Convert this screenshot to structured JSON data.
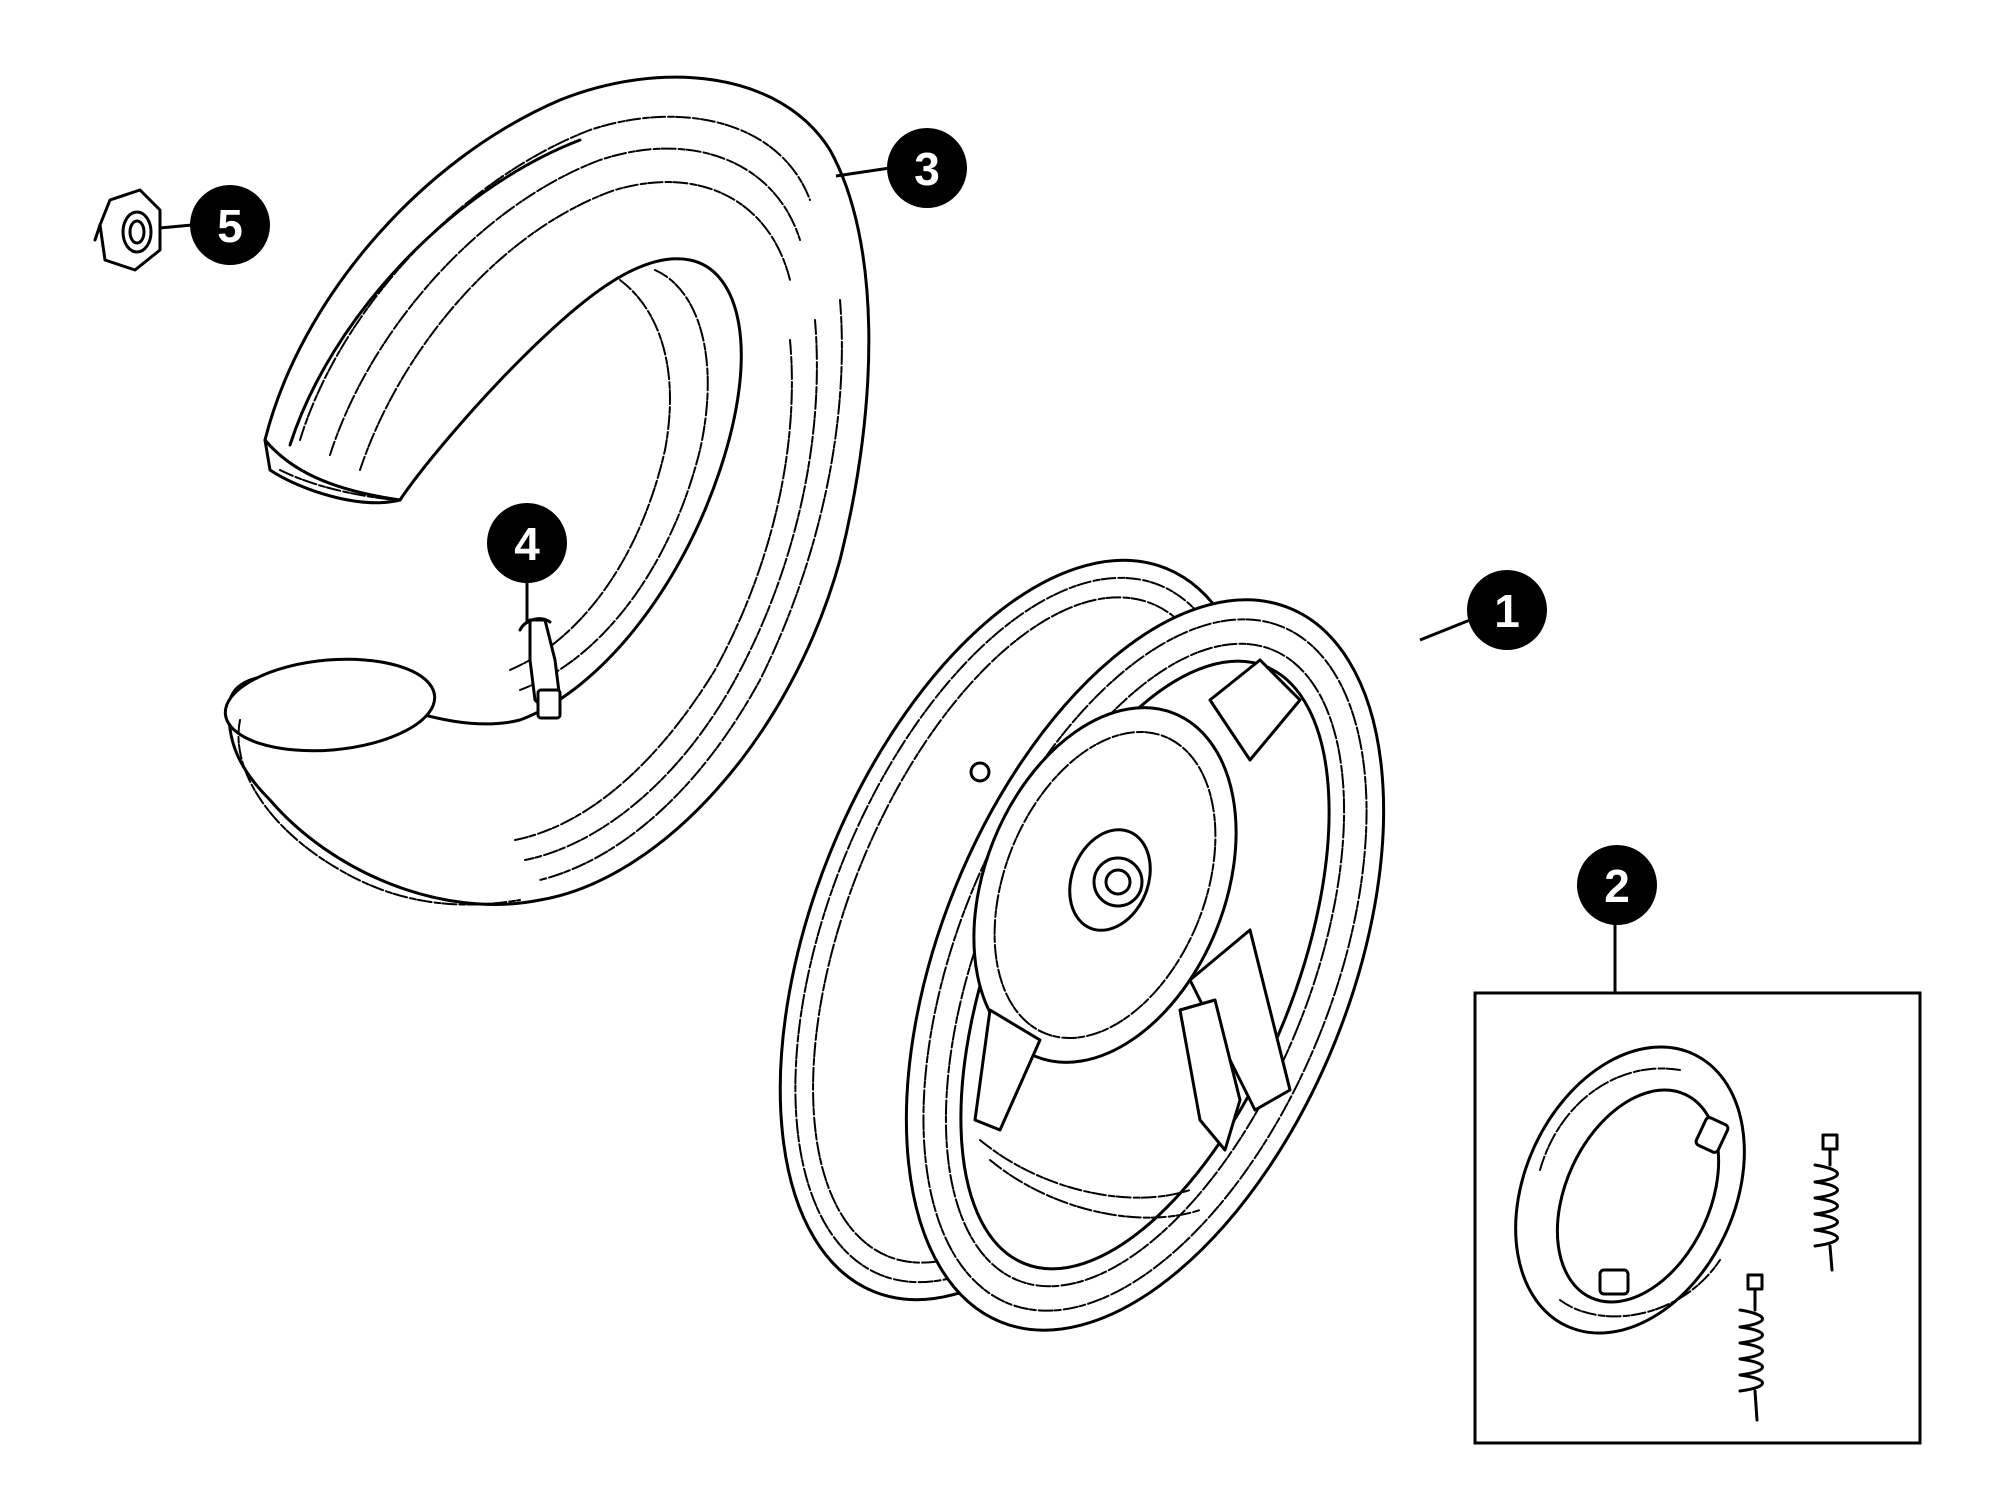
{
  "callouts": {
    "c1": {
      "number": "1",
      "part": "wheel-rim"
    },
    "c2": {
      "number": "2",
      "part": "brake-shoe-kit"
    },
    "c3": {
      "number": "3",
      "part": "tire"
    },
    "c4": {
      "number": "4",
      "part": "inner-tube-valve"
    },
    "c5": {
      "number": "5",
      "part": "axle-nut"
    }
  },
  "colors": {
    "line": "#000000",
    "background": "#ffffff",
    "callout_fill": "#000000",
    "callout_text": "#ffffff"
  }
}
